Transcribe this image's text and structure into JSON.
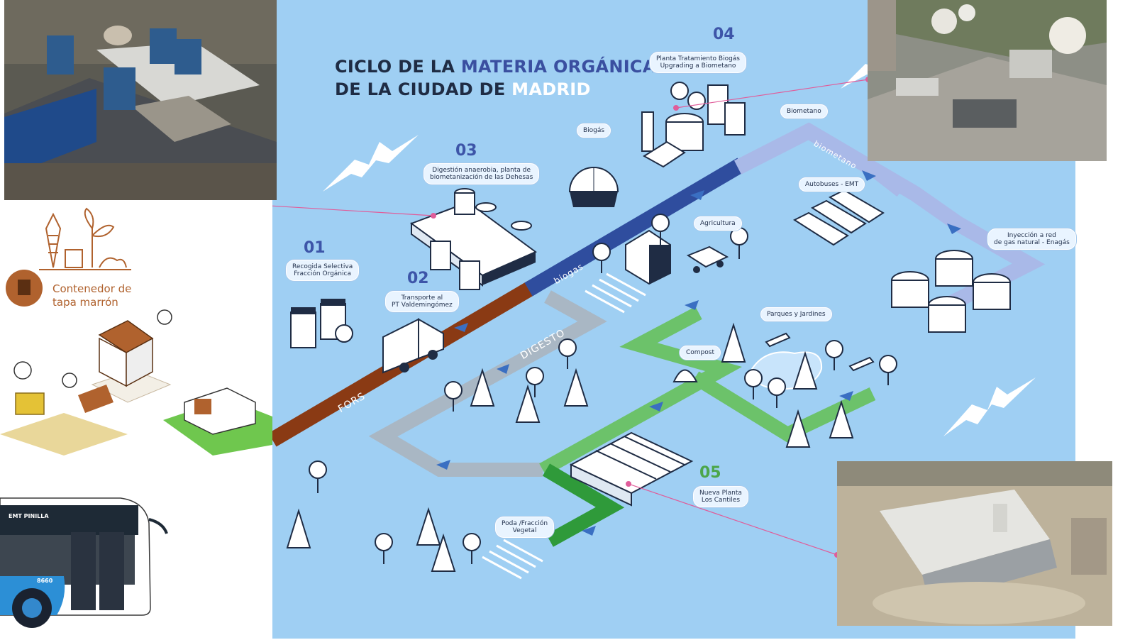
{
  "title": {
    "line1_plain": "CICLO DE LA ",
    "line1_highlight": "MATERIA ORGÁNICA",
    "line2_plain": "DE LA CIUDAD DE ",
    "line2_highlight": "MADRID"
  },
  "steps": [
    {
      "number": "01",
      "label": "Recogida Selectiva\nFracción Orgánica"
    },
    {
      "number": "02",
      "label": "Transporte al\nPT Valdemingómez"
    },
    {
      "number": "03",
      "label": "Digestión anaerobia, planta de\nbiometanización de las Dehesas"
    },
    {
      "number": "04",
      "label": "Planta Tratamiento Biogás\nUpgrading a Biometano"
    },
    {
      "number": "05",
      "label": "Nueva Planta\nLos Cantiles"
    }
  ],
  "labels": {
    "biogas_pill": "Biogás",
    "biometano_pill": "Biometano",
    "autobuses": "Autobuses - EMT",
    "inyeccion": "Inyección a red\nde gas natural - Enagás",
    "agricultura": "Agricultura",
    "parques": "Parques y Jardines",
    "compost": "Compost",
    "poda": "Poda /Fracción\nVegetal"
  },
  "flows": {
    "fors": "FORS",
    "biogas": "biogas",
    "biometano": "biometano",
    "digesto": "DIGESTO"
  },
  "left_panel": {
    "container_label": "Contenedor de\ntapa marrón",
    "bus_route": "EMT  PINILLA",
    "bus_number": "8660"
  },
  "colors": {
    "background_blue": "#9fcff3",
    "fors": "#8a3a14",
    "biogas": "#2f4d9e",
    "biometano": "#a9b9e8",
    "digesto": "#a9b7c4",
    "compost_green": "#6cc26a",
    "pink_connector": "#e05d9a",
    "brown_accent": "#b0622e"
  }
}
